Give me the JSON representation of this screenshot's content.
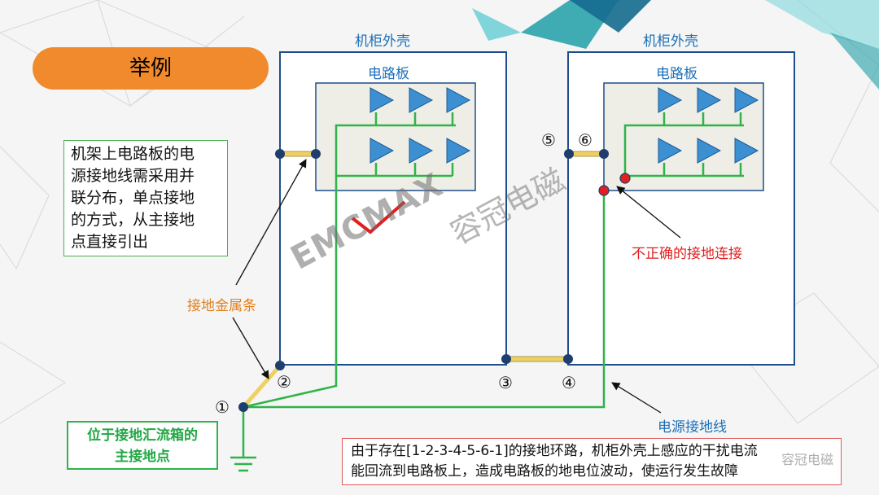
{
  "heading": "举例",
  "left_note": [
    "机架上电路板的电",
    "源接地线需采用并",
    "联分布，单点接地",
    "的方式，从主接地",
    "点直接引出"
  ],
  "cabinet_left": {
    "title": "机柜外壳",
    "board": "电路板"
  },
  "cabinet_right": {
    "title": "机柜外壳",
    "board": "电路板"
  },
  "labels": {
    "ground_strip": "接地金属条",
    "incorrect": "不正确的接地连接",
    "power_ground": "电源接地线"
  },
  "main_ground": [
    "位于接地汇流箱的",
    "主接地点"
  ],
  "points": [
    "①",
    "②",
    "③",
    "④",
    "⑤",
    "⑥"
  ],
  "bottom_text": [
    "由于存在[1-2-3-4-5-6-1]的接地环路，机柜外壳上感应的干扰电流",
    "能回流到电路板上，造成电路板的地电位波动，使运行发生故障"
  ],
  "watermark": {
    "brand": "EMCMAX",
    "cn": "容冠电磁",
    "corner": "容冠电磁"
  },
  "colors": {
    "accent": "#f08a2c",
    "wire": "#2fb34a",
    "cabinet": "#1f4e8c",
    "amp": "#3c8fd0",
    "error": "#e02020",
    "strip": "#f0d060"
  }
}
